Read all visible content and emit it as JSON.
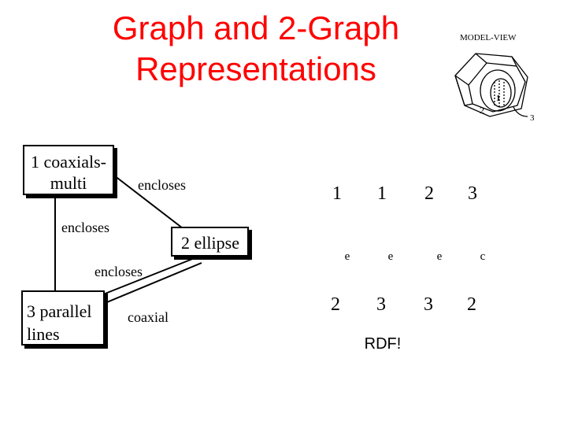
{
  "title": {
    "line1": "Graph and 2-Graph",
    "line2": "Representations"
  },
  "model_view": {
    "label": "MODEL-VIEW",
    "face_labels": [
      "1",
      "2",
      "3"
    ]
  },
  "graph": {
    "nodes": {
      "coaxials": {
        "line1": "1 coaxials-",
        "line2": "multi"
      },
      "ellipse": "2 ellipse",
      "parallel": {
        "line1": "3 parallel",
        "line2": "lines"
      }
    },
    "edges": {
      "top_right": "encloses",
      "left": "encloses",
      "bottom": "encloses",
      "coaxial": "coaxial"
    }
  },
  "two_graph": {
    "columns": [
      {
        "top": "1",
        "relation": "e",
        "bottom": "2"
      },
      {
        "top": "1",
        "relation": "e",
        "bottom": "3"
      },
      {
        "top": "2",
        "relation": "e",
        "bottom": "3"
      },
      {
        "top": "3",
        "relation": "c",
        "bottom": "2"
      }
    ],
    "note": "RDF!"
  }
}
